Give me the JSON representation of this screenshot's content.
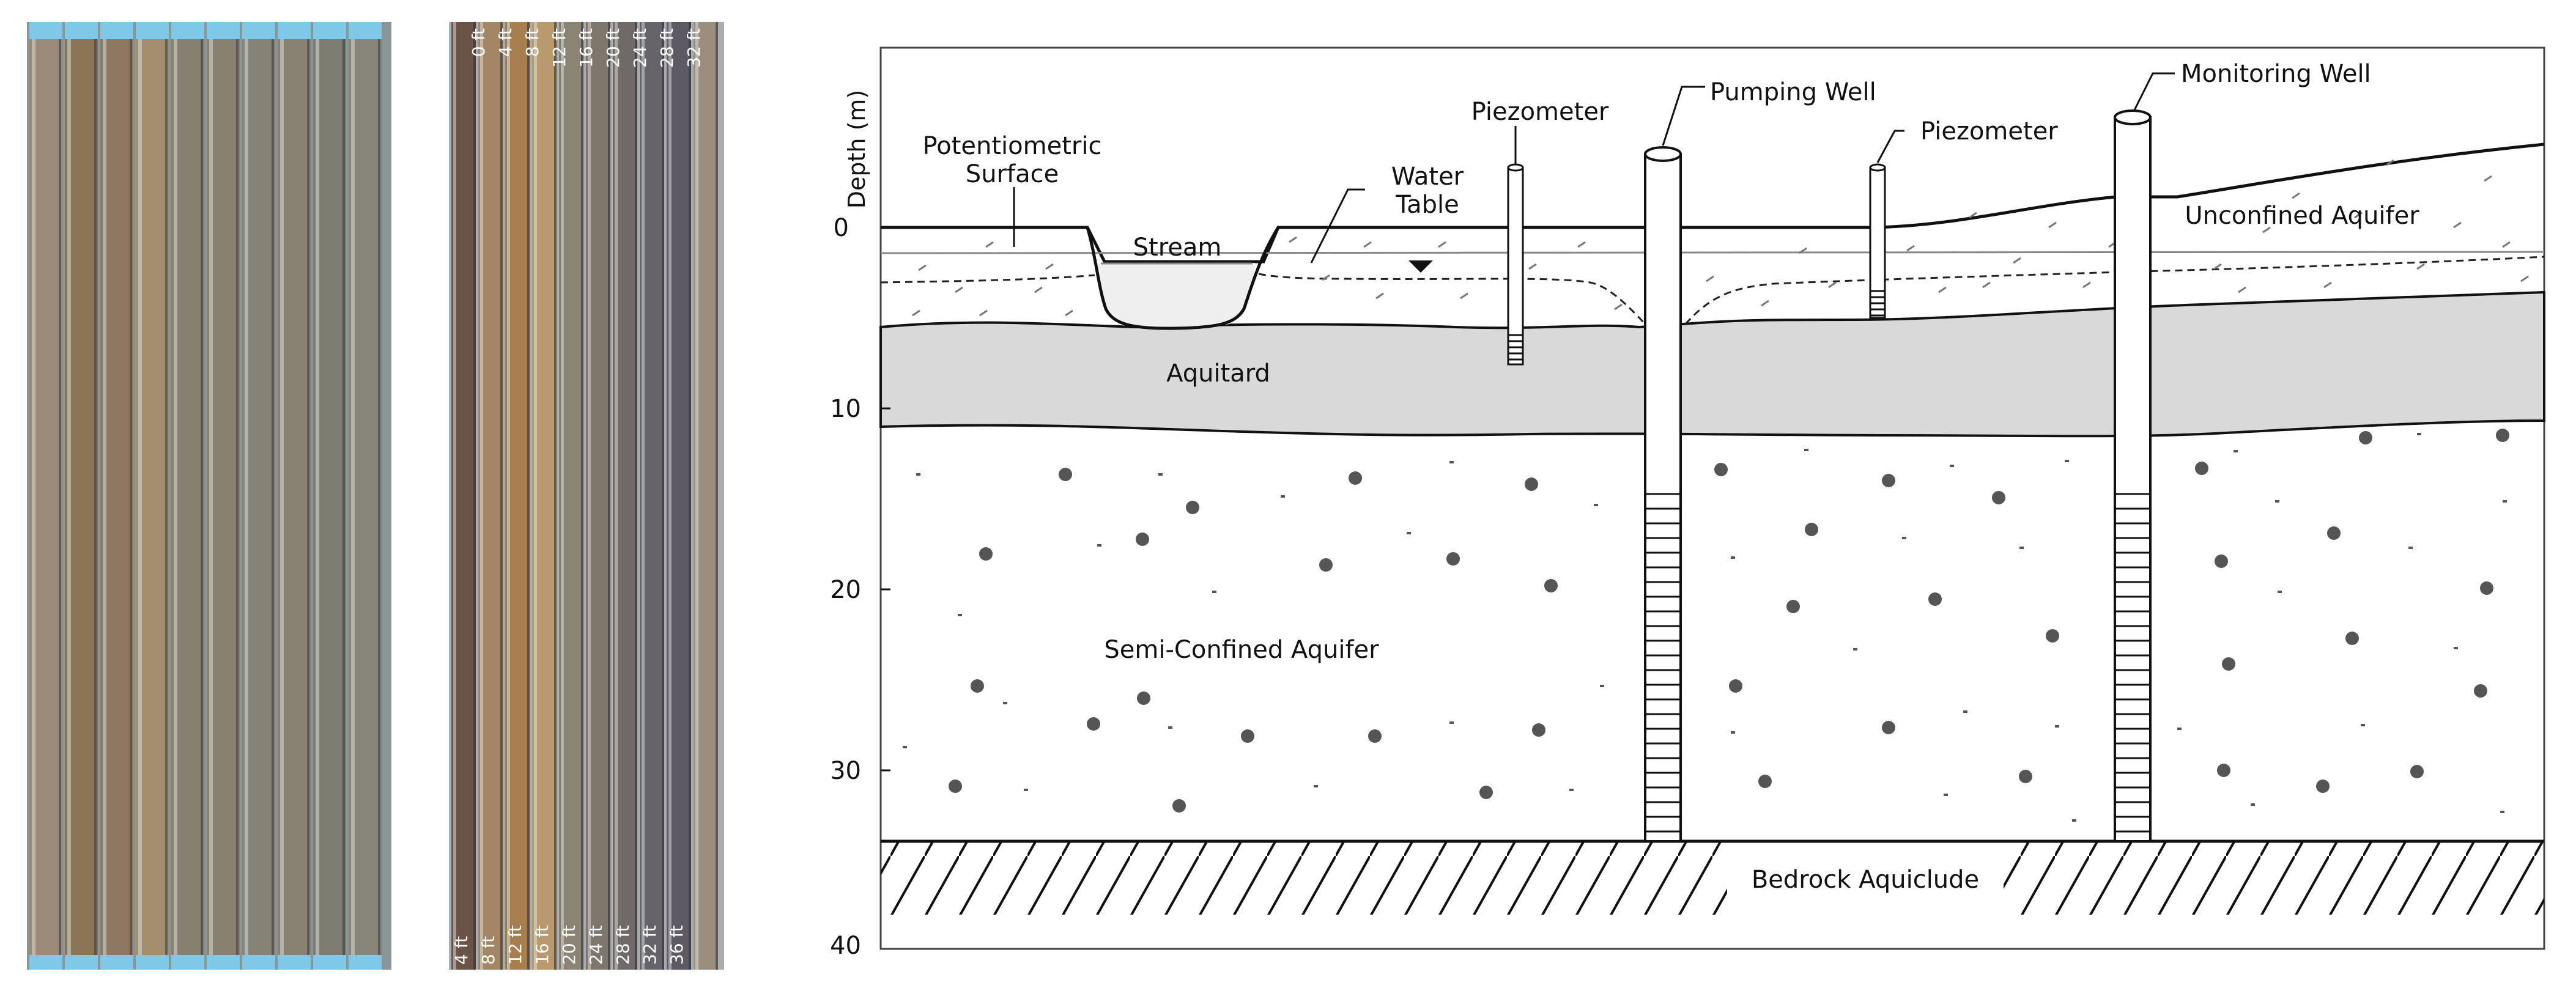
{
  "photo_left": {
    "tube_count": 10,
    "tube_colors": [
      "#9a8a76",
      "#8b7557",
      "#8d7961",
      "#a18f6d",
      "#85806f",
      "#8a8070",
      "#858276",
      "#898273",
      "#7d7c70",
      "#888479"
    ],
    "cap_color": "#7fc8e8"
  },
  "photo_right": {
    "tube_count": 10,
    "tube_colors": [
      "#6b5447",
      "#a38764",
      "#a77e4d",
      "#b89a6c",
      "#8b8373",
      "#7e776e",
      "#6f6a67",
      "#67636a",
      "#5d5a63",
      "#9a8e7e"
    ],
    "top_labels": [
      "0 ft",
      "4 ft",
      "8 ft",
      "12 ft",
      "16 ft",
      "20 ft",
      "24 ft",
      "28 ft",
      "32 ft"
    ],
    "bottom_labels": [
      "4 ft",
      "8 ft",
      "12 ft",
      "16 ft",
      "20 ft",
      "24 ft",
      "28 ft",
      "32 ft",
      "36 ft"
    ]
  },
  "diagram": {
    "axis_title": "Depth (m)",
    "ticks": [
      "0",
      "10",
      "20",
      "30",
      "40"
    ],
    "labels": {
      "potentiometric": [
        "Potentiometric",
        "Surface"
      ],
      "stream": "Stream",
      "water_table": [
        "Water",
        "Table"
      ],
      "piezometer_1": "Piezometer",
      "pumping_well": "Pumping Well",
      "piezometer_2": "Piezometer",
      "monitoring_well": "Monitoring Well",
      "unconfined": "Unconfined Aquifer",
      "aquitard": "Aquitard",
      "semi_confined": "Semi-Confined Aquifer",
      "bedrock": "Bedrock Aquiclude"
    },
    "colors": {
      "aquitard": "#d9d9d9",
      "stream_water": "#efefef",
      "line": "#111111",
      "gravel": "#555555"
    }
  }
}
